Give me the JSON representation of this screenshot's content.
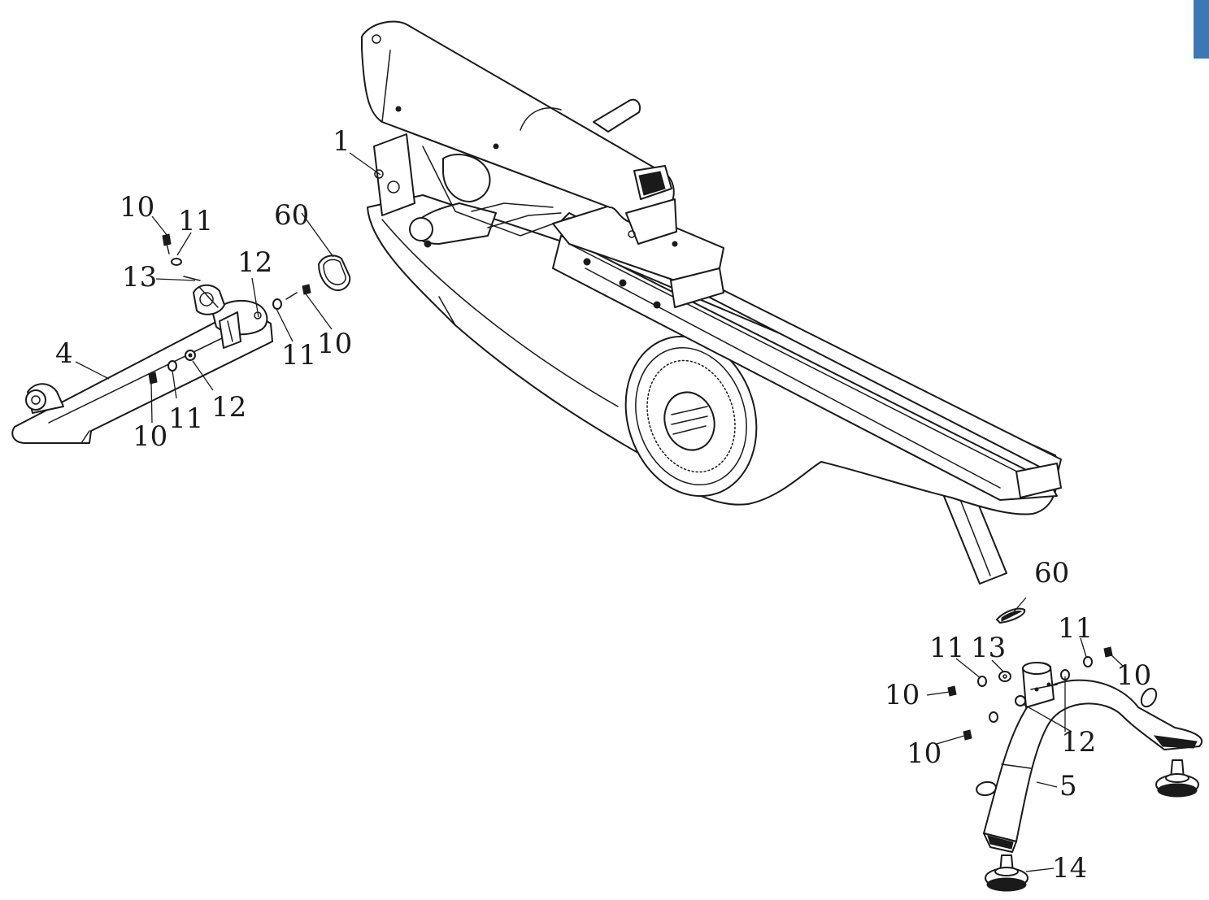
{
  "diagram": {
    "type": "exploded-assembly",
    "callouts": [
      {
        "id": "c1",
        "label": "1"
      },
      {
        "id": "c4",
        "label": "4"
      },
      {
        "id": "c5",
        "label": "5"
      },
      {
        "id": "c10a",
        "label": "10"
      },
      {
        "id": "c10b",
        "label": "10"
      },
      {
        "id": "c10c",
        "label": "10"
      },
      {
        "id": "c10d",
        "label": "10"
      },
      {
        "id": "c10e",
        "label": "10"
      },
      {
        "id": "c10f",
        "label": "10"
      },
      {
        "id": "c11a",
        "label": "11"
      },
      {
        "id": "c11b",
        "label": "11"
      },
      {
        "id": "c11c",
        "label": "11"
      },
      {
        "id": "c11d",
        "label": "11"
      },
      {
        "id": "c11e",
        "label": "11"
      },
      {
        "id": "c12a",
        "label": "12"
      },
      {
        "id": "c12b",
        "label": "12"
      },
      {
        "id": "c12c",
        "label": "12"
      },
      {
        "id": "c13a",
        "label": "13"
      },
      {
        "id": "c13b",
        "label": "13"
      },
      {
        "id": "c14",
        "label": "14"
      },
      {
        "id": "c60a",
        "label": "60"
      },
      {
        "id": "c60b",
        "label": "60"
      }
    ]
  },
  "colors": {
    "line": "#1a1a1a",
    "background": "#ffffff",
    "corner_tab": "#3c78b4"
  }
}
